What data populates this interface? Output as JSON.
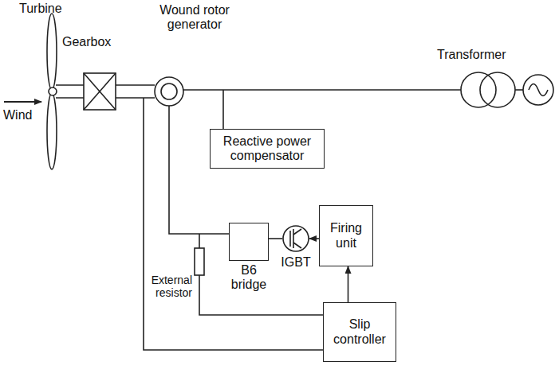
{
  "diagram": {
    "nodes": [
      {
        "text": [
          "Reactive power compensator"
        ]
      },
      {
        "text": [
          "B6 bridge"
        ]
      },
      {
        "text": [
          "IGBT"
        ]
      },
      {
        "text": [
          "Firing unit"
        ]
      },
      {
        "text": [
          "Slip controller"
        ]
      }
    ],
    "edges": [
      {
        "from": 1,
        "to": 2,
        "arrow": "none"
      },
      {
        "from": 3,
        "to": 2,
        "arrow": "to"
      },
      {
        "from": 4,
        "to": 3,
        "arrow": "to"
      }
    ],
    "labels": [
      "Turbine",
      "Wind",
      "Gearbox",
      "Wound rotor generator",
      "Transformer",
      "External resistor"
    ]
  }
}
